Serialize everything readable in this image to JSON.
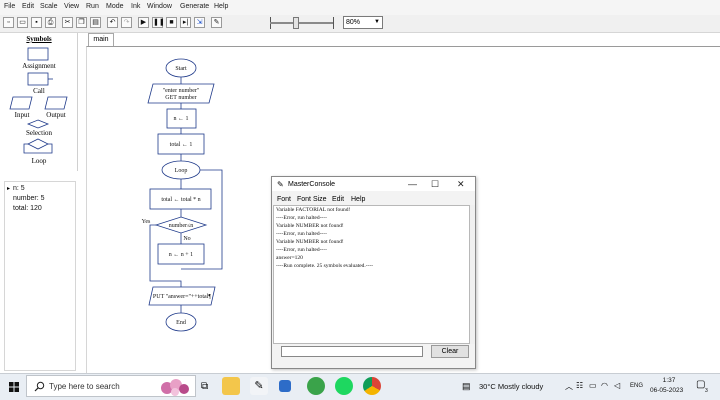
{
  "menubar": {
    "items": [
      "File",
      "Edit",
      "Scale",
      "View",
      "Run",
      "Mode",
      "Ink",
      "Window",
      "Generate",
      "Help"
    ]
  },
  "toolbar": {
    "zoom_value": "80%"
  },
  "symbols": {
    "title": "Symbols",
    "items": [
      "Assignment",
      "Call",
      "Input",
      "Output",
      "Selection",
      "Loop"
    ]
  },
  "variables": {
    "lines": [
      "n: 5",
      "number: 5",
      "total: 120"
    ]
  },
  "tab": {
    "label": "main"
  },
  "flowchart": {
    "start": "Start",
    "input_line1": "\"enter number\"",
    "input_line2": "GET number",
    "assign_n": "n ← 1",
    "assign_total": "total ← 1",
    "loop": "Loop",
    "assign_total_loop": "total ← total * n",
    "condition": "number≤n",
    "yes": "Yes",
    "no": "No",
    "assign_n_loop": "n ← n + 1",
    "output": "PUT \"answer=\"++total¶",
    "end": "End"
  },
  "console": {
    "title": "MasterConsole",
    "menu": [
      "Font",
      "Font Size",
      "Edit",
      "Help"
    ],
    "output_lines": [
      "Variable FACTORIAL not found!",
      "----Error, run halted----",
      "Variable NUMBER not found!",
      "----Error, run halted----",
      "Variable NUMBER not found!",
      "----Error, run halted----",
      "answer=120",
      "----Run complete.  25 symbols evaluated.----"
    ],
    "clear_label": "Clear",
    "input_value": ""
  },
  "taskbar": {
    "search_placeholder": "Type here to search",
    "weather": "30°C  Mostly cloudy",
    "language": "ENG",
    "time": "1:37",
    "date": "06-05-2023",
    "notification_count": "3"
  }
}
